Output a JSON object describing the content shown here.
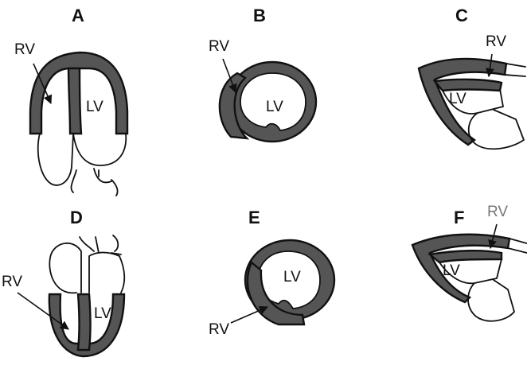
{
  "panels": {
    "A": {
      "letter": "A",
      "rv": "RV",
      "lv": "LV"
    },
    "B": {
      "letter": "B",
      "rv": "RV",
      "lv": "LV"
    },
    "C": {
      "letter": "C",
      "rv": "RV",
      "lv": "LV"
    },
    "D": {
      "letter": "D",
      "rv": "RV",
      "lv": "LV"
    },
    "E": {
      "letter": "E",
      "rv": "RV",
      "lv": "LV"
    },
    "F": {
      "letter": "F",
      "rv": "RV",
      "lv": "LV"
    }
  },
  "colors": {
    "wall": "#555555",
    "outline": "#111111",
    "faded_label": "#777777"
  }
}
